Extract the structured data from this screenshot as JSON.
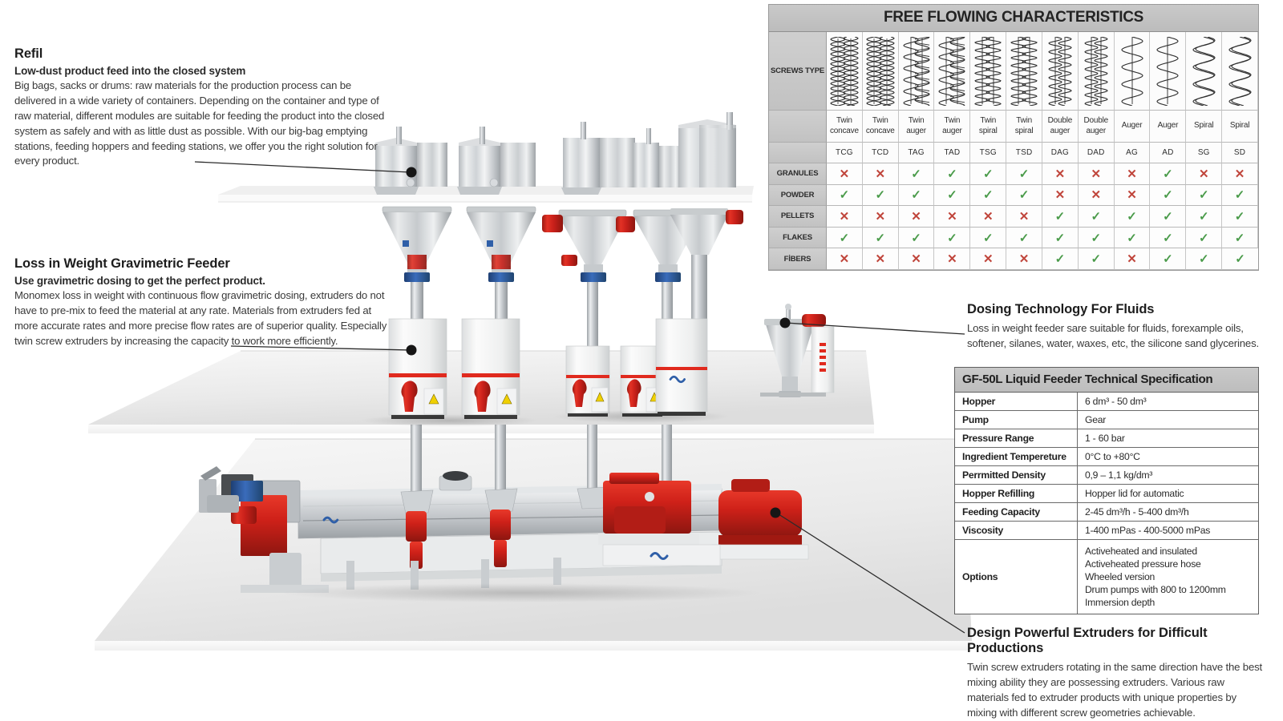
{
  "callouts": {
    "refil": {
      "title": "Refil",
      "subtitle": "Low-dust product feed into the closed system",
      "body": "Big bags, sacks or drums: raw materials for the production process can be delivered in a wide variety of containers. Depending on the container and type of raw material, different modules are suitable for feeding the product into the closed system as safely and with as little dust as possible. With our big-bag emptying stations, feeding hoppers and feeding stations, we offer you the right solution for every product."
    },
    "loss_in_weight": {
      "title": "Loss in Weight Gravimetric Feeder",
      "subtitle": "Use gravimetric dosing to get the perfect product.",
      "body": "Monomex loss in weight with continuous flow gravimetric dosing, extruders do not have to pre-mix to feed the material at any rate. Materials from extruders fed at more accurate rates and more precise flow rates are of superior quality. Especially twin screw extruders by increasing the capacity to work more efficiently."
    },
    "fluids": {
      "title": "Dosing Technology For Fluids",
      "body": "Loss in weight feeder sare suitable for fluids, forexample oils, softener, silanes, water, waxes, etc, the silicone sand glycerines."
    },
    "extruders": {
      "title": "Design Powerful Extruders for Difficult Productions",
      "body": "Twin screw extruders rotating in the same direction have the best mixing ability they are possessing extruders. Various raw materials fed to extruder products with unique properties by mixing with different screw geometries achievable."
    }
  },
  "free_flowing_table": {
    "title": "FREE FLOWING CHARACTERISTICS",
    "row_header_label": "SCREWS TYPE",
    "columns": [
      {
        "name_line1": "Twin",
        "name_line2": "concave",
        "code": "TCG",
        "screw": "twin-concave-screw-icon"
      },
      {
        "name_line1": "Twin",
        "name_line2": "concave",
        "code": "TCD",
        "screw": "twin-concave-screw-icon"
      },
      {
        "name_line1": "Twin",
        "name_line2": "auger",
        "code": "TAG",
        "screw": "twin-auger-screw-icon"
      },
      {
        "name_line1": "Twin",
        "name_line2": "auger",
        "code": "TAD",
        "screw": "twin-auger-screw-icon"
      },
      {
        "name_line1": "Twin",
        "name_line2": "spiral",
        "code": "TSG",
        "screw": "twin-spiral-screw-icon"
      },
      {
        "name_line1": "Twin",
        "name_line2": "spiral",
        "code": "TSD",
        "screw": "twin-spiral-screw-icon"
      },
      {
        "name_line1": "Double",
        "name_line2": "auger",
        "code": "DAG",
        "screw": "double-auger-screw-icon"
      },
      {
        "name_line1": "Double",
        "name_line2": "auger",
        "code": "DAD",
        "screw": "double-auger-screw-icon"
      },
      {
        "name_line1": "Auger",
        "name_line2": "",
        "code": "AG",
        "screw": "auger-screw-icon"
      },
      {
        "name_line1": "Auger",
        "name_line2": "",
        "code": "AD",
        "screw": "auger-screw-icon"
      },
      {
        "name_line1": "Spiral",
        "name_line2": "",
        "code": "SG",
        "screw": "spiral-screw-icon"
      },
      {
        "name_line1": "Spiral",
        "name_line2": "",
        "code": "SD",
        "screw": "spiral-screw-icon"
      }
    ],
    "yes_symbol": "✓",
    "no_symbol": "✕",
    "rows": [
      {
        "label": "GRANULES",
        "values": [
          "no",
          "no",
          "yes",
          "yes",
          "yes",
          "yes",
          "no",
          "no",
          "no",
          "yes",
          "no",
          "no"
        ]
      },
      {
        "label": "POWDER",
        "values": [
          "yes",
          "yes",
          "yes",
          "yes",
          "yes",
          "yes",
          "no",
          "no",
          "no",
          "yes",
          "yes",
          "yes"
        ]
      },
      {
        "label": "PELLETS",
        "values": [
          "no",
          "no",
          "no",
          "no",
          "no",
          "no",
          "yes",
          "yes",
          "yes",
          "yes",
          "yes",
          "yes"
        ]
      },
      {
        "label": "FLAKES",
        "values": [
          "yes",
          "yes",
          "yes",
          "yes",
          "yes",
          "yes",
          "yes",
          "yes",
          "yes",
          "yes",
          "yes",
          "yes"
        ]
      },
      {
        "label": "FİBERS",
        "values": [
          "no",
          "no",
          "no",
          "no",
          "no",
          "no",
          "yes",
          "yes",
          "no",
          "yes",
          "yes",
          "yes"
        ]
      }
    ]
  },
  "spec_table": {
    "title": "GF-50L Liquid Feeder Technical Specification",
    "rows": [
      {
        "key": "Hopper",
        "value": "6 dm³ -  50 dm³"
      },
      {
        "key": "Pump",
        "value": "Gear"
      },
      {
        "key": "Pressure Range",
        "value": "1 - 60 bar"
      },
      {
        "key": "Ingredient Tempereture",
        "value": "0°C to +80°C"
      },
      {
        "key": "Perrmitted Density",
        "value": "0,9 – 1,1 kg/dm³"
      },
      {
        "key": "Hopper Refilling",
        "value": "Hopper lid for automatic"
      },
      {
        "key": "Feeding Capacity",
        "value": "2-45 dm³/h - 5-400 dm³/h"
      },
      {
        "key": "Viscosity",
        "value": "1-400 mPas  - 400-5000 mPas"
      }
    ],
    "options_key": "Options",
    "options_lines": [
      "Activeheated and insulated",
      "Activeheated pressure hose",
      "Wheeled version",
      "Drum pumps with 800 to 1200mm",
      "Immersion depth"
    ]
  },
  "colors": {
    "machine_red": "#d4241c",
    "machine_blue": "#2f5fa8",
    "steel_light": "#e6e8ea",
    "steel_mid": "#b9bdc1",
    "platform": "#ececec",
    "yes_green": "#4a9b4a",
    "no_red": "#c0453b",
    "table_header_gray": "#c4c4c4"
  }
}
